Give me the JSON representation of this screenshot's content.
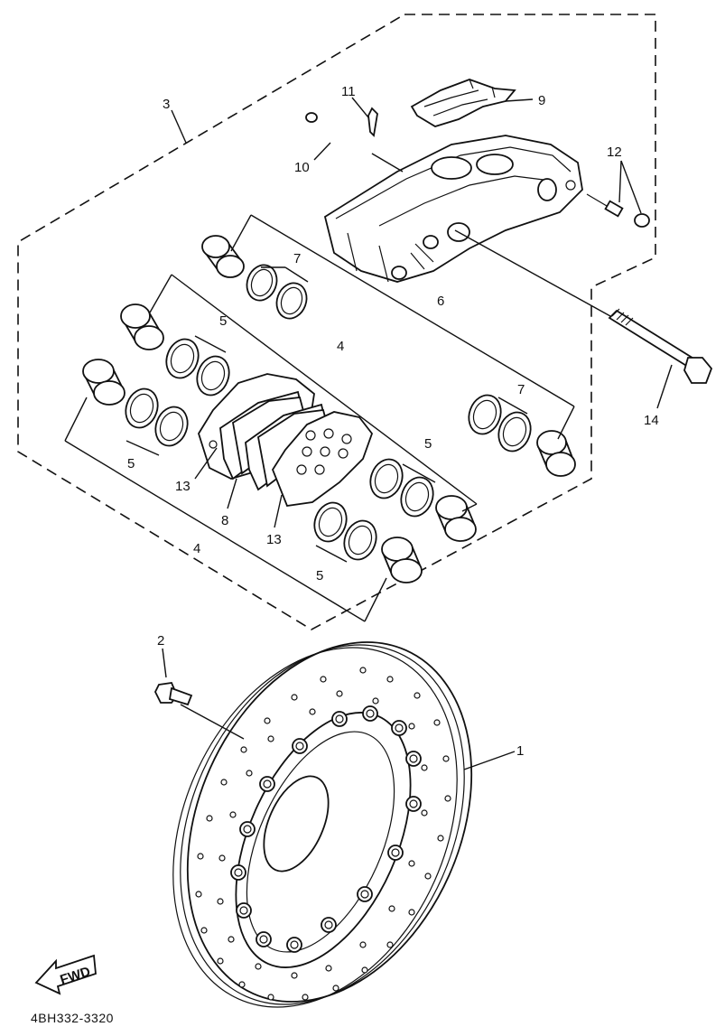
{
  "callouts": {
    "c1": "1",
    "c2": "2",
    "c3": "3",
    "c4a": "4",
    "c4b": "4",
    "c5a": "5",
    "c5b": "5",
    "c5c": "5",
    "c5d": "5",
    "c6": "6",
    "c7a": "7",
    "c7b": "7",
    "c8": "8",
    "c9": "9",
    "c10": "10",
    "c11": "11",
    "c12": "12",
    "c13a": "13",
    "c13b": "13",
    "c14": "14"
  },
  "direction_badge": "FWD",
  "figure_code": "4BH332-3320",
  "colors": {
    "ink": "#111111",
    "paper": "#ffffff"
  }
}
